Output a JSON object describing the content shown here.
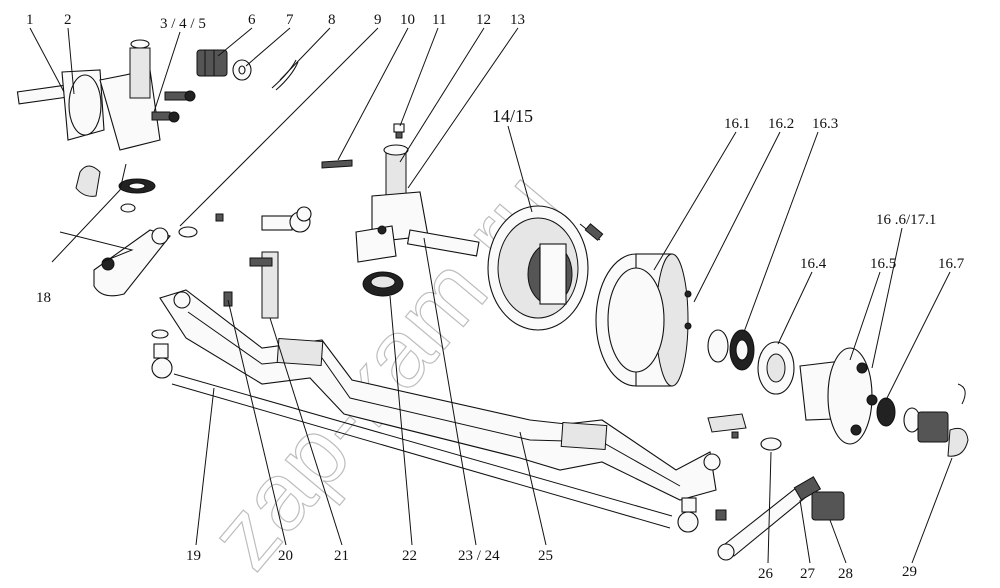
{
  "watermark": "zap-kam.ru",
  "labels": {
    "l1": "1",
    "l2": "2",
    "l3": "3 / 4 / 5",
    "l6": "6",
    "l7": "7",
    "l8": "8",
    "l9": "9",
    "l10": "10",
    "l11": "11",
    "l12": "12",
    "l13": "13",
    "l14": "14/15",
    "l16_1": "16.1",
    "l16_2": "16.2",
    "l16_3": "16.3",
    "l16_4": "16.4",
    "l16_5": "16.5",
    "l16_6": "16 .6/17.1",
    "l16_7": "16.7",
    "l18": "18",
    "l19": "19",
    "l20": "20",
    "l21": "21",
    "l22": "22",
    "l23": "23 / 24",
    "l25": "25",
    "l26": "26",
    "l27": "27",
    "l28": "28",
    "l29": "29"
  }
}
